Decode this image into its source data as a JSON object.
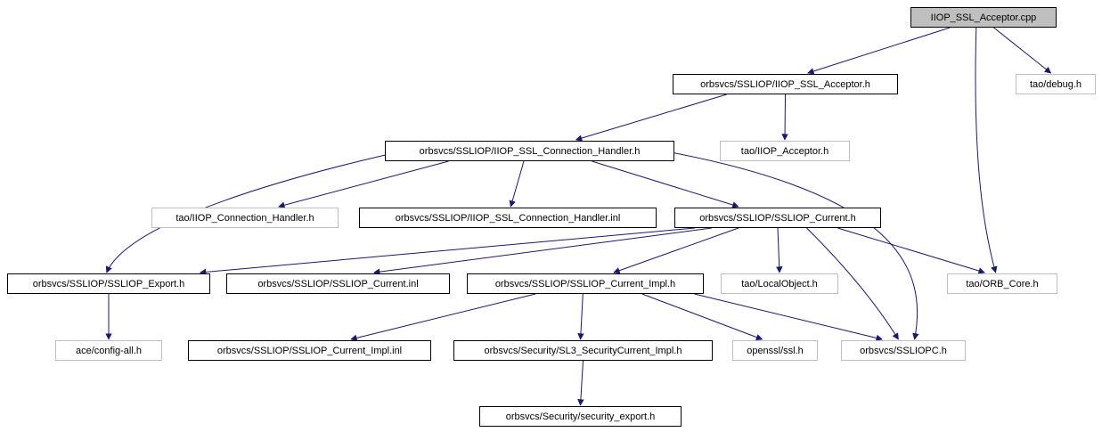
{
  "diagram": {
    "type": "include-dependency-graph",
    "edge_color": "#191970",
    "node_border_documented": "#000000",
    "node_border_external": "#bebebe",
    "root_fill": "#bfbfbf",
    "background": "#ffffff",
    "nodes": [
      {
        "id": "cpp",
        "label": "IIOP_SSL_Acceptor.cpp",
        "kind": "root"
      },
      {
        "id": "acceptor_h",
        "label": "orbsvcs/SSLIOP/IIOP_SSL_Acceptor.h",
        "kind": "documented"
      },
      {
        "id": "debug_h",
        "label": "tao/debug.h",
        "kind": "external"
      },
      {
        "id": "conn_handler_h",
        "label": "orbsvcs/SSLIOP/IIOP_SSL_Connection_Handler.h",
        "kind": "documented"
      },
      {
        "id": "iiop_acceptor_h",
        "label": "tao/IIOP_Acceptor.h",
        "kind": "external"
      },
      {
        "id": "iiop_conn_handler_h",
        "label": "tao/IIOP_Connection_Handler.h",
        "kind": "external"
      },
      {
        "id": "conn_handler_inl",
        "label": "orbsvcs/SSLIOP/IIOP_SSL_Connection_Handler.inl",
        "kind": "documented"
      },
      {
        "id": "current_h",
        "label": "orbsvcs/SSLIOP/SSLIOP_Current.h",
        "kind": "documented"
      },
      {
        "id": "export_h",
        "label": "orbsvcs/SSLIOP/SSLIOP_Export.h",
        "kind": "documented"
      },
      {
        "id": "current_inl",
        "label": "orbsvcs/SSLIOP/SSLIOP_Current.inl",
        "kind": "documented"
      },
      {
        "id": "current_impl_h",
        "label": "orbsvcs/SSLIOP/SSLIOP_Current_Impl.h",
        "kind": "documented"
      },
      {
        "id": "local_object_h",
        "label": "tao/LocalObject.h",
        "kind": "external"
      },
      {
        "id": "orb_core_h",
        "label": "tao/ORB_Core.h",
        "kind": "external"
      },
      {
        "id": "config_all_h",
        "label": "ace/config-all.h",
        "kind": "external"
      },
      {
        "id": "current_impl_inl",
        "label": "orbsvcs/SSLIOP/SSLIOP_Current_Impl.inl",
        "kind": "documented"
      },
      {
        "id": "sl3_impl_h",
        "label": "orbsvcs/Security/SL3_SecurityCurrent_Impl.h",
        "kind": "documented"
      },
      {
        "id": "openssl_h",
        "label": "openssl/ssl.h",
        "kind": "external"
      },
      {
        "id": "ssliopc_h",
        "label": "orbsvcs/SSLIOPC.h",
        "kind": "external"
      },
      {
        "id": "security_export_h",
        "label": "orbsvcs/Security/security_export.h",
        "kind": "documented"
      }
    ],
    "edges": [
      {
        "from": "cpp",
        "to": "acceptor_h"
      },
      {
        "from": "cpp",
        "to": "debug_h"
      },
      {
        "from": "cpp",
        "to": "orb_core_h"
      },
      {
        "from": "acceptor_h",
        "to": "conn_handler_h"
      },
      {
        "from": "acceptor_h",
        "to": "iiop_acceptor_h"
      },
      {
        "from": "conn_handler_h",
        "to": "iiop_conn_handler_h"
      },
      {
        "from": "conn_handler_h",
        "to": "conn_handler_inl"
      },
      {
        "from": "conn_handler_h",
        "to": "current_h"
      },
      {
        "from": "conn_handler_h",
        "to": "export_h"
      },
      {
        "from": "conn_handler_h",
        "to": "ssliopc_h"
      },
      {
        "from": "current_h",
        "to": "export_h"
      },
      {
        "from": "current_h",
        "to": "current_inl"
      },
      {
        "from": "current_h",
        "to": "current_impl_h"
      },
      {
        "from": "current_h",
        "to": "local_object_h"
      },
      {
        "from": "current_h",
        "to": "orb_core_h"
      },
      {
        "from": "current_h",
        "to": "ssliopc_h"
      },
      {
        "from": "export_h",
        "to": "config_all_h"
      },
      {
        "from": "current_impl_h",
        "to": "current_impl_inl"
      },
      {
        "from": "current_impl_h",
        "to": "sl3_impl_h"
      },
      {
        "from": "current_impl_h",
        "to": "openssl_h"
      },
      {
        "from": "current_impl_h",
        "to": "ssliopc_h"
      },
      {
        "from": "sl3_impl_h",
        "to": "security_export_h"
      }
    ]
  }
}
